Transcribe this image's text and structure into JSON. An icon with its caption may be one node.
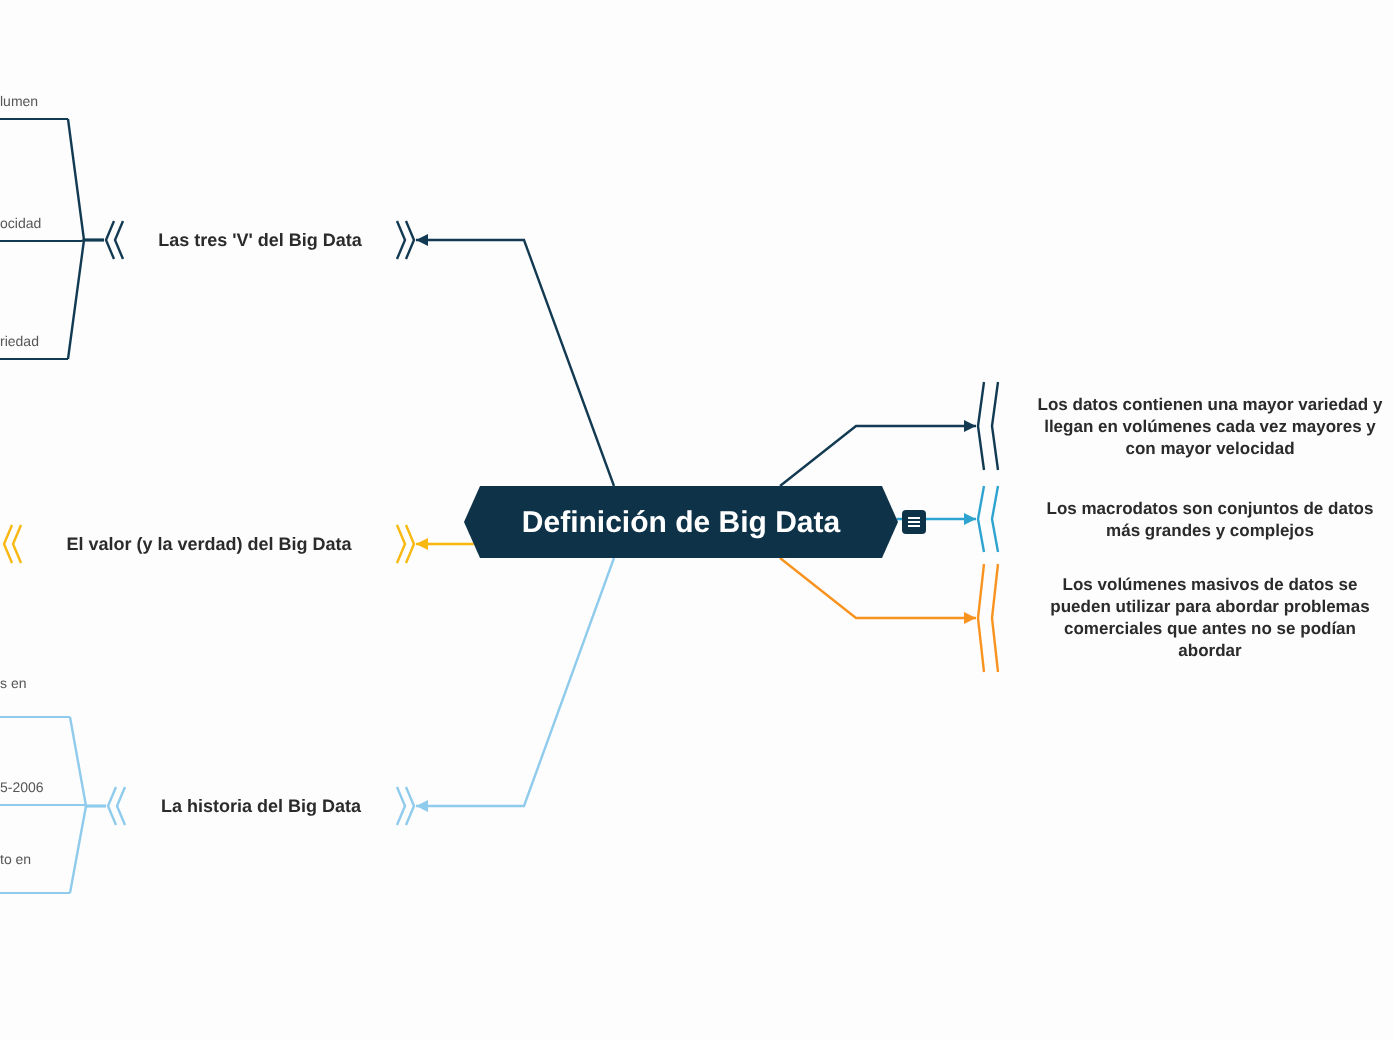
{
  "diagram": {
    "nodes": [
      {
        "text": [
          "Definición de Big Data"
        ]
      },
      {
        "text": [
          "Las tres 'V' del Big Data"
        ]
      },
      {
        "text": [
          "El valor (y la verdad) del Big Data"
        ]
      },
      {
        "text": [
          "La historia del Big Data"
        ]
      },
      {
        "text": [
          "Los datos contienen una mayor variedad y llegan en volúmenes cada vez mayores y con mayor velocidad"
        ]
      },
      {
        "text": [
          "Los macrodatos son conjuntos de datos más grandes y complejos"
        ]
      },
      {
        "text": [
          "Los volúmenes masivos de datos se pueden utilizar para abordar problemas comerciales que antes no se podían abordar"
        ]
      },
      {
        "text": [
          "lumen"
        ]
      },
      {
        "text": [
          "ocidad"
        ]
      },
      {
        "text": [
          "riedad"
        ]
      },
      {
        "text": [
          "s en"
        ]
      },
      {
        "text": [
          "5-2006"
        ]
      },
      {
        "text": [
          "to en"
        ]
      }
    ],
    "edges": [
      {
        "from": 0,
        "to": 1,
        "arrow": "to"
      },
      {
        "from": 0,
        "to": 2,
        "arrow": "to",
        "color": "#f9b80f"
      },
      {
        "from": 0,
        "to": 3,
        "arrow": "to",
        "color": "#8fcbec"
      },
      {
        "from": 0,
        "to": 4,
        "arrow": "to"
      },
      {
        "from": 0,
        "to": 5,
        "arrow": "to",
        "color": "#2fa3cf"
      },
      {
        "from": 0,
        "to": 6,
        "arrow": "to",
        "color": "#f7931e"
      },
      {
        "from": 1,
        "to": 7,
        "arrow": "none"
      },
      {
        "from": 1,
        "to": 8,
        "arrow": "none"
      },
      {
        "from": 1,
        "to": 9,
        "arrow": "none"
      },
      {
        "from": 3,
        "to": 10,
        "arrow": "none",
        "color": "#8fcbec"
      },
      {
        "from": 3,
        "to": 11,
        "arrow": "none",
        "color": "#8fcbec"
      },
      {
        "from": 3,
        "to": 12,
        "arrow": "none",
        "color": "#8fcbec"
      }
    ]
  }
}
